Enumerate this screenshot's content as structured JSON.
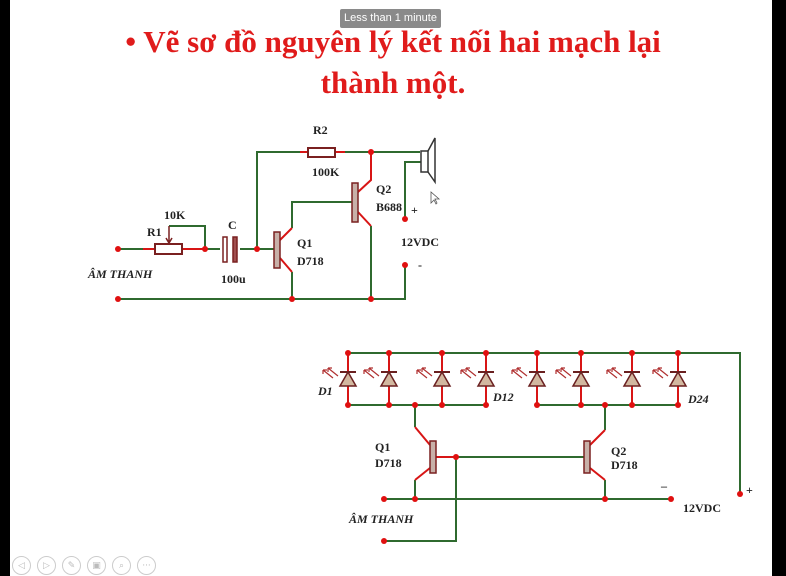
{
  "tooltip": "Less than 1 minute",
  "title": {
    "bullet": "•",
    "line1": "Vẽ sơ đồ nguyên lý kết nối hai mạch lại",
    "line2": "thành một."
  },
  "circuit1": {
    "r2": "R2",
    "r2_value": "100K",
    "q2": "Q2",
    "q2_type": "B688",
    "r1_value": "10K",
    "r1": "R1",
    "c": "C",
    "c_value": "100u",
    "q1": "Q1",
    "q1_type": "D718",
    "input": "ÂM THANH",
    "plus": "+",
    "minus": "-",
    "supply": "12VDC"
  },
  "circuit2": {
    "d1": "D1",
    "d12": "D12",
    "d24": "D24",
    "q1": "Q1",
    "q1_type": "D718",
    "q2": "Q2",
    "q2_type": "D718",
    "input": "ÂM THANH",
    "plus": "+",
    "minus": "–",
    "supply": "12VDC"
  },
  "toolbar": [
    {
      "icon": "previous-icon",
      "glyph": "◁"
    },
    {
      "icon": "next-icon",
      "glyph": "▷"
    },
    {
      "icon": "pen-icon",
      "glyph": "✎"
    },
    {
      "icon": "slides-icon",
      "glyph": "▣"
    },
    {
      "icon": "zoom-icon",
      "glyph": "⌕"
    },
    {
      "icon": "more-icon",
      "glyph": "···"
    }
  ]
}
